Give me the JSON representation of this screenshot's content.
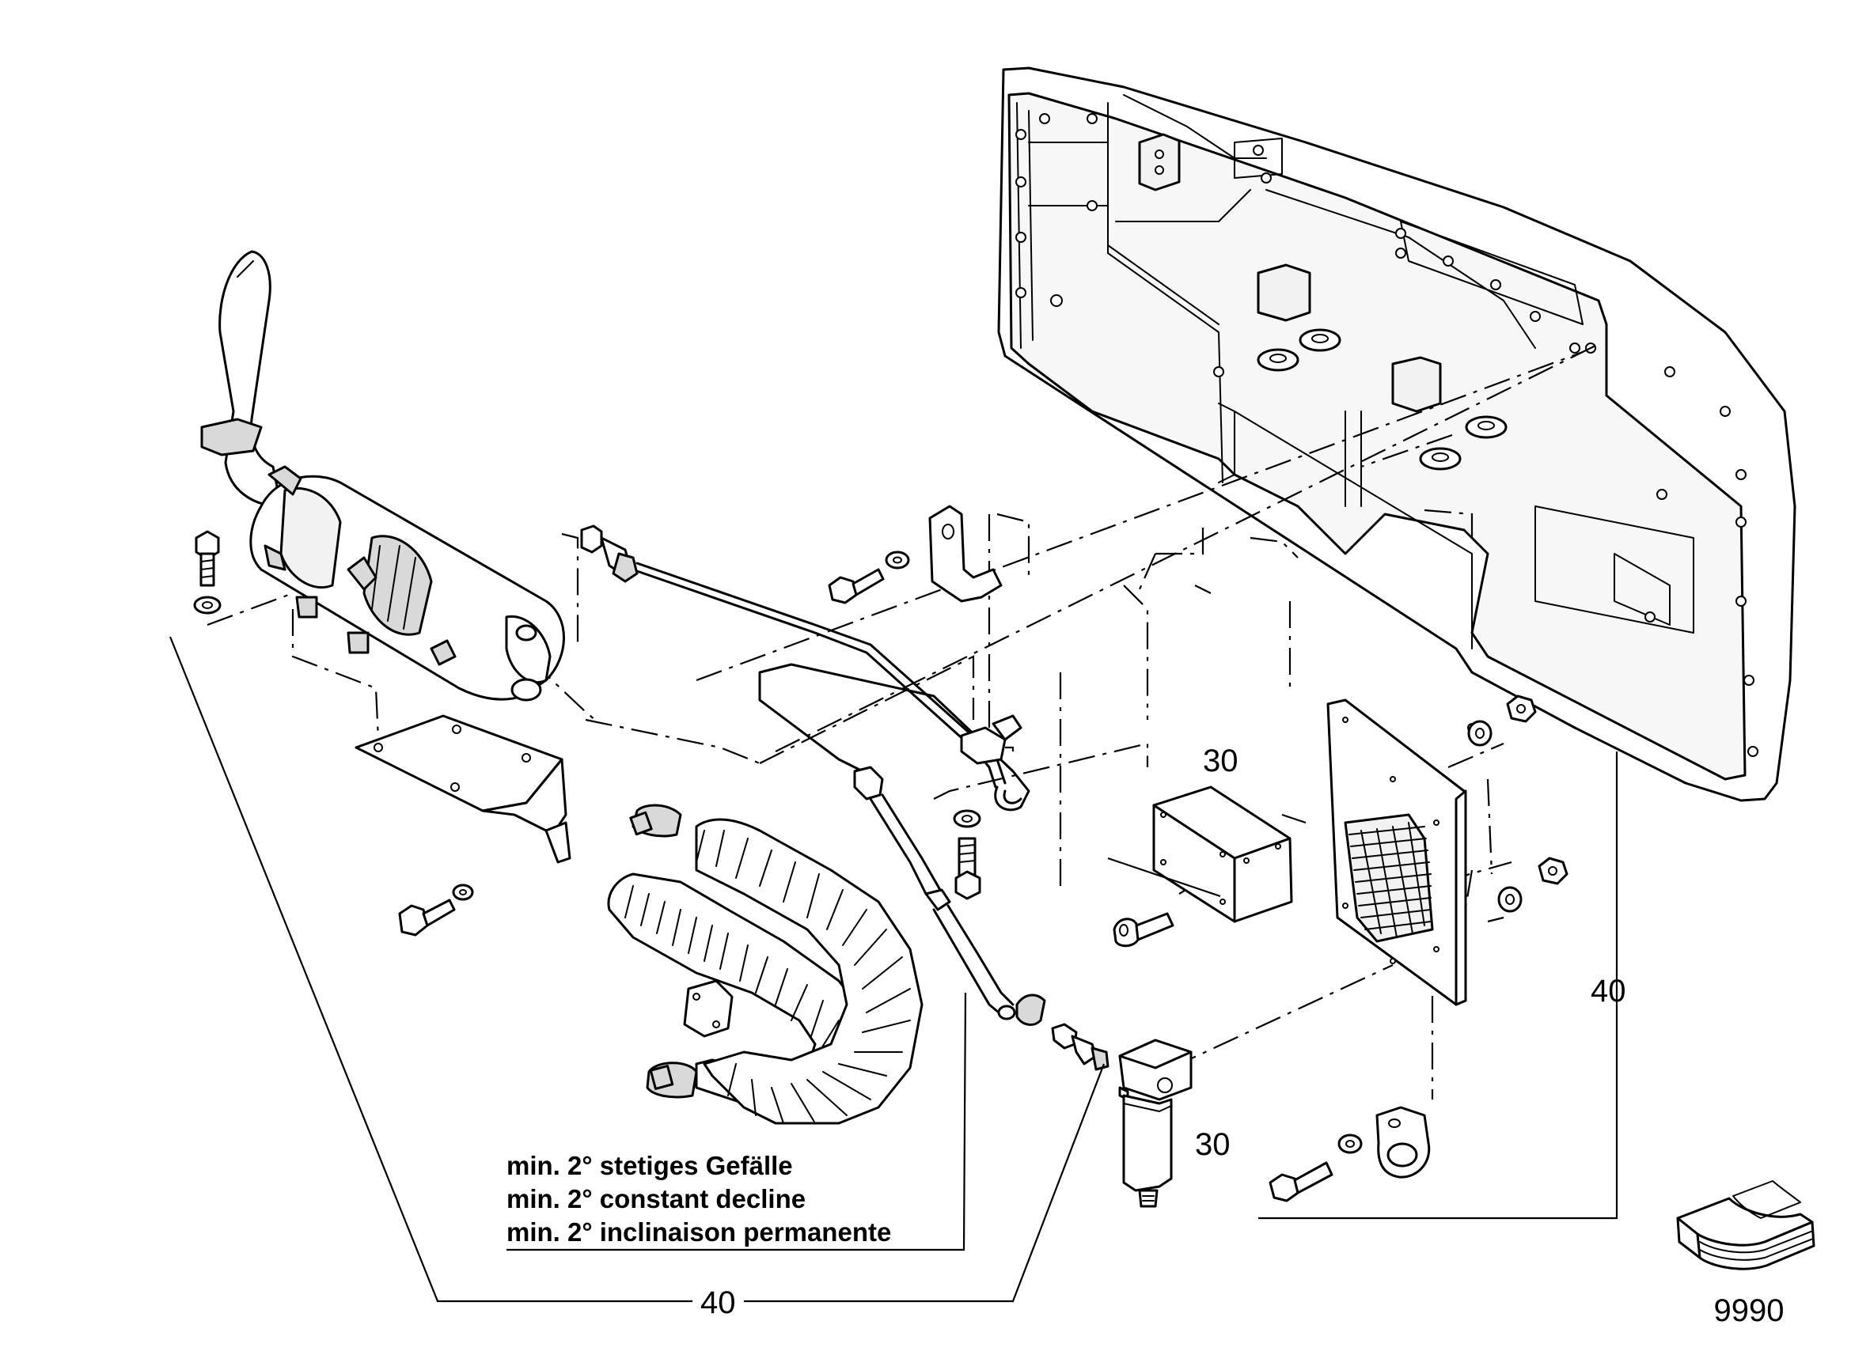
{
  "labels": {
    "part_30_upper": "30",
    "part_30_lower": "30",
    "part_40_right": "40",
    "part_40_bottom": "40",
    "note_line_de": "min. 2° stetiges Gefälle",
    "note_line_en": "min. 2° constant decline",
    "note_line_fr": "min. 2° inclinaison permanente",
    "doc_number": "9990"
  },
  "icons": {
    "manual": "open-book-icon"
  }
}
